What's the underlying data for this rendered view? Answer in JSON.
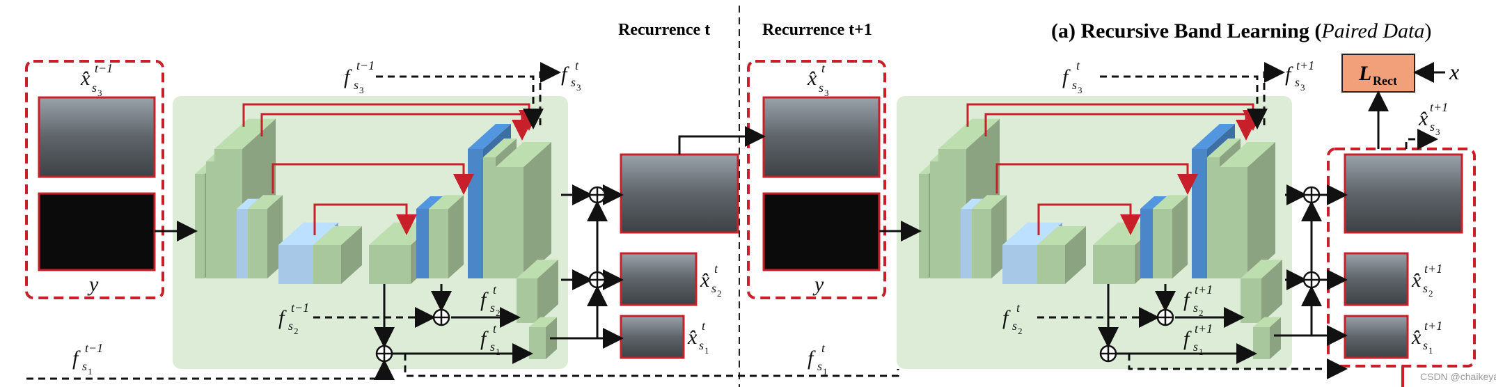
{
  "titles": {
    "recurrence_t": "Recurrence t",
    "recurrence_t1": "Recurrence t+1",
    "figure_caption_a": "(a) Recursive Band Learning (",
    "figure_caption_b": "Paired Data",
    "figure_caption_c": ")"
  },
  "loss": {
    "name": "L",
    "subscript": "Rect",
    "target": "x"
  },
  "labels": {
    "y_left": "y",
    "y_right": "y",
    "xhat_s3_tm1": "x̂",
    "xhat_s3_t": "x̂",
    "xhat_s3_t1": "x̂",
    "xhat_s2_t": "x̂",
    "xhat_s1_t": "x̂",
    "xhat_s2_t1": "x̂",
    "xhat_s1_t1": "x̂",
    "f": "f"
  },
  "sup": {
    "tm1": "t−1",
    "t": "t",
    "t1": "t+1"
  },
  "sub": {
    "s1": "s",
    "s2": "s",
    "s3": "s",
    "n1": "1",
    "n2": "2",
    "n3": "3"
  },
  "watermark": "CSDN @chaikeya",
  "colors": {
    "panel_green": "#dcecd6",
    "block_green": "#a9c79c",
    "block_green_dark": "#8fb382",
    "light_blue": "#a8c8e8",
    "dark_blue": "#4a86c8",
    "red": "#c8202a",
    "loss_box": "#f2a07a"
  }
}
